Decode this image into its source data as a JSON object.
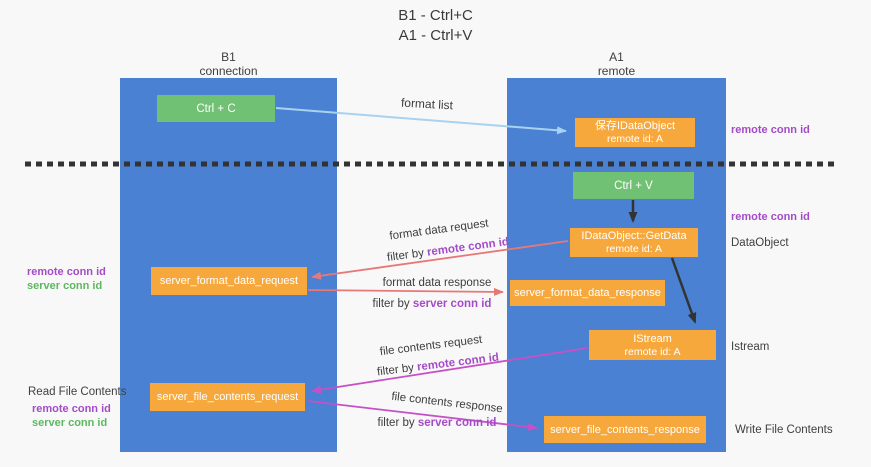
{
  "title": {
    "line1": "B1 - Ctrl+C",
    "line2": "A1 - Ctrl+V"
  },
  "lanes": {
    "left": {
      "title": "B1",
      "subtitle": "connection"
    },
    "right": {
      "title": "A1",
      "subtitle": "remote"
    }
  },
  "nodes": {
    "ctrl_c": {
      "label": "Ctrl + C"
    },
    "save_idataobject": {
      "line1": "保存IDataObject",
      "line2": "remote id: A"
    },
    "ctrl_v": {
      "label": "Ctrl + V"
    },
    "idataobject_getdata": {
      "line1": "IDataObject::GetData",
      "line2": "remote id: A"
    },
    "server_format_data_request": {
      "label": "server_format_data_request"
    },
    "server_format_data_response": {
      "label": "server_format_data_response"
    },
    "istream": {
      "line1": "IStream",
      "line2": "remote id: A"
    },
    "server_file_contents_request": {
      "label": "server_file_contents_request"
    },
    "server_file_contents_response": {
      "label": "server_file_contents_response"
    }
  },
  "flow_labels": {
    "format_list": "format list",
    "format_data_request": "format data request",
    "format_data_response": "format data response",
    "file_contents_request": "file contents request",
    "file_contents_response": "file contents response",
    "filter_by": "filter by",
    "remote_conn_id": "remote conn id",
    "server_conn_id": "server conn id"
  },
  "side_labels": {
    "right_top_remote_conn_id": "remote conn id",
    "right_mid_remote_conn_id": "remote conn id",
    "dataobject": "DataObject",
    "istream": "Istream",
    "write_file_contents": "Write File Contents",
    "left_remote_conn_id": "remote conn id",
    "left_server_conn_id": "server conn id",
    "read_file_contents": "Read File Contents",
    "left2_remote_conn_id": "remote conn id",
    "left2_server_conn_id": "server conn id"
  },
  "colors": {
    "background": "#f8f8f8",
    "lane_blue": "#4a81d3",
    "box_orange": "#f7a83c",
    "box_green": "#71c174",
    "purple_text": "#a44bc8",
    "green_text": "#5cb860",
    "arrow_blue": "#a9d2f0",
    "arrow_red": "#e87878",
    "arrow_magenta": "#c750c7",
    "arrow_black": "#333333"
  }
}
